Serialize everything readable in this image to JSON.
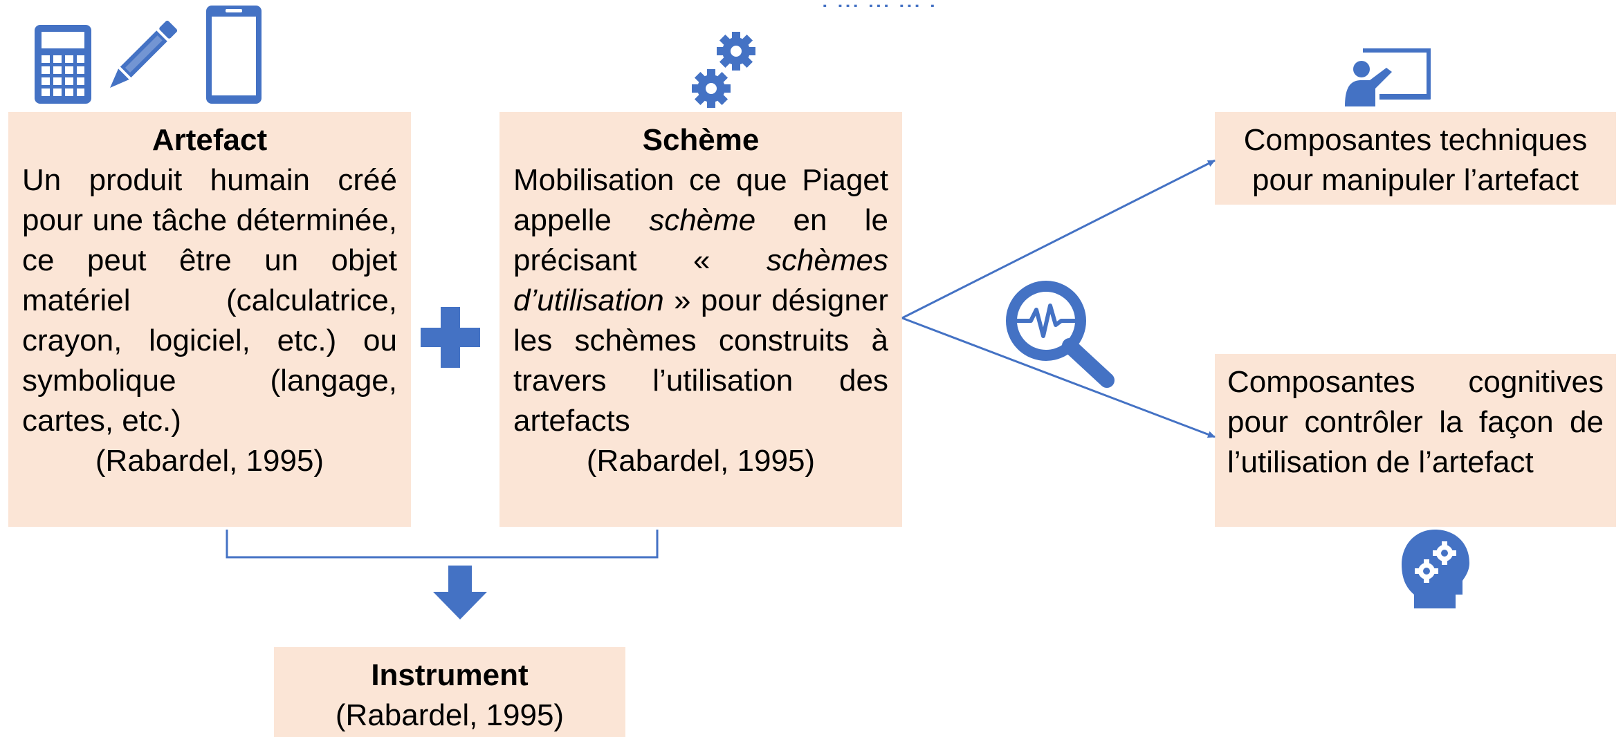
{
  "top_fragment": ", ... ... ... ,",
  "artefact": {
    "title": "Artefact",
    "body": "Un produit humain créé pour une tâche déterminée, ce peut être un objet matériel (calculatrice, crayon, logiciel, etc.) ou symbolique (langage, cartes, etc.)",
    "citation": "(Rabardel, 1995)"
  },
  "scheme": {
    "title": "Schème",
    "body_1": "Mobilisation ce que Piaget appelle ",
    "body_em_1": "schème",
    "body_2": " en le précisant « ",
    "body_em_2": "schèmes d’utilisation",
    "body_3": " » pour désigner les schèmes construits à travers l’utilisation des artefacts",
    "citation": "(Rabardel, 1995)"
  },
  "instrument": {
    "title": "Instrument",
    "citation": "(Rabardel, 1995)"
  },
  "technical": {
    "text": "Composantes techniques pour manipuler l’artefact"
  },
  "cognitive": {
    "text": "Composantes cognitives pour contrôler la façon de l’utilisation de l’artefact"
  },
  "icons": {
    "calculator": "calculator-icon",
    "pencil": "pencil-icon",
    "phone": "smartphone-icon",
    "gears": "gears-icon",
    "plus": "plus-icon",
    "teacher": "teacher-board-icon",
    "magnifier": "magnifier-pulse-icon",
    "head": "head-gears-icon",
    "arrow": "down-arrow-icon"
  },
  "colors": {
    "box_fill": "#fbe5d6",
    "accent": "#4472c4"
  }
}
